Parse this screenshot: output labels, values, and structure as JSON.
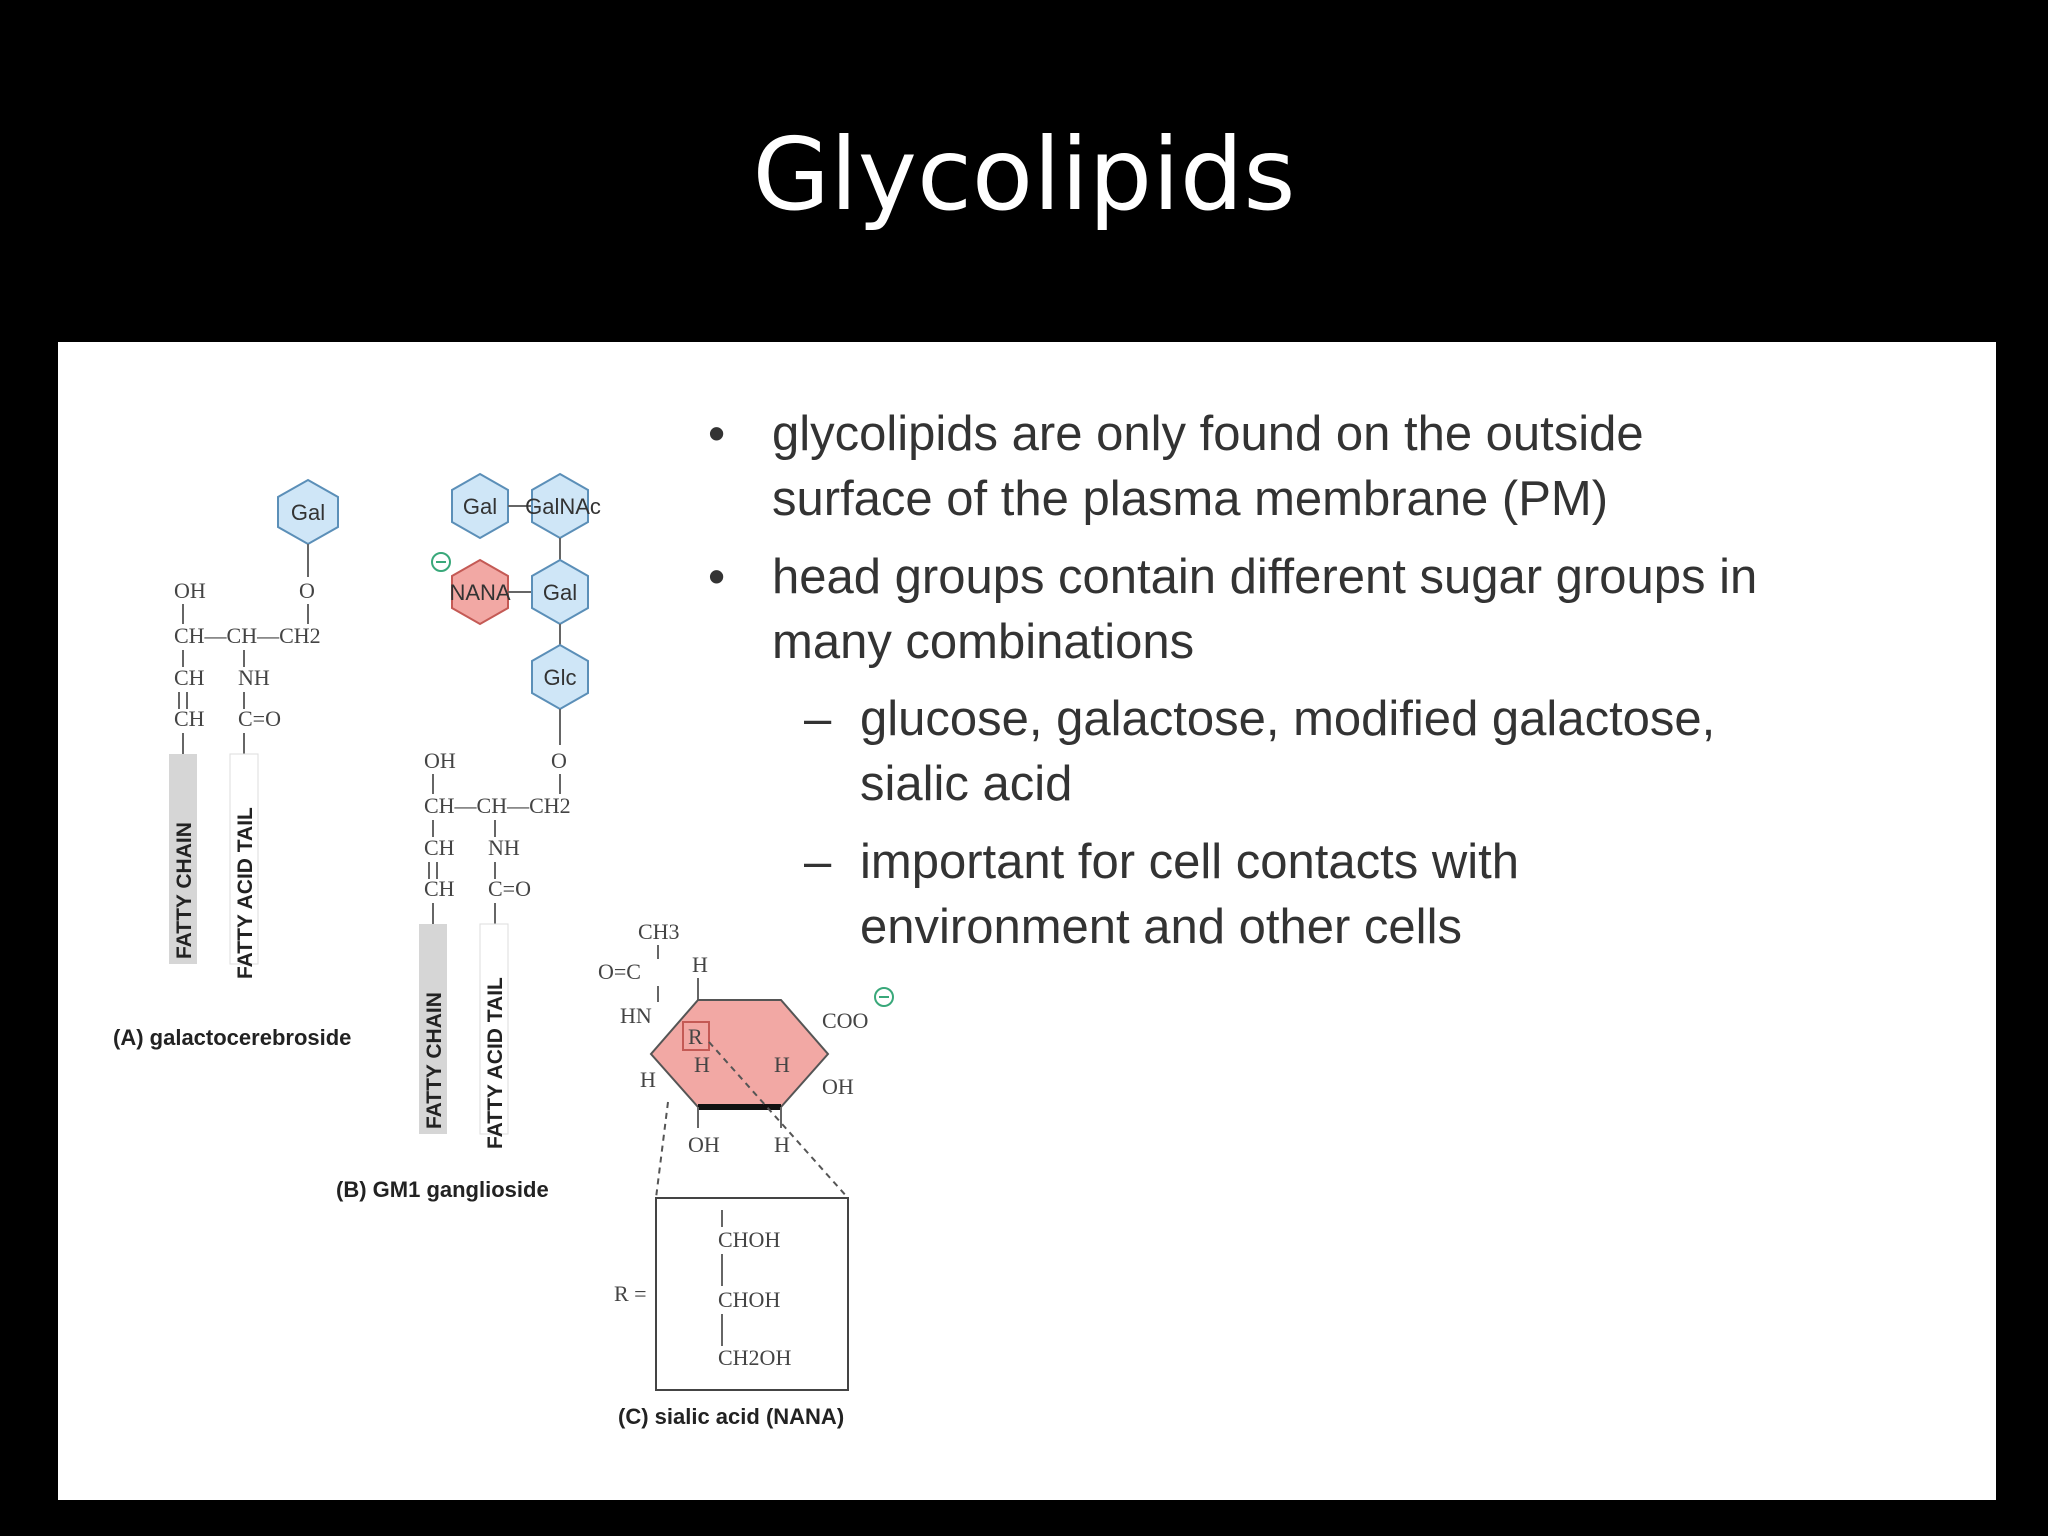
{
  "slide": {
    "title": "Glycolipids"
  },
  "bullets": [
    {
      "level": 1,
      "marker": "•",
      "lines": [
        "glycolipids are only found on the outside",
        "surface of the plasma membrane (PM)"
      ]
    },
    {
      "level": 1,
      "marker": "•",
      "lines": [
        "head groups contain different sugar groups in",
        "many combinations"
      ]
    },
    {
      "level": 2,
      "marker": "–",
      "lines": [
        "glucose, galactose, modified galactose,",
        "sialic acid"
      ]
    },
    {
      "level": 2,
      "marker": "–",
      "lines": [
        "important for cell contacts with",
        "environment and other cells"
      ]
    }
  ],
  "figure": {
    "panel_a": {
      "caption": "(A) galactocerebroside",
      "sugar": "Gal",
      "chem": {
        "oh": "OH",
        "row1": "CH—CH—CH2",
        "ch": "CH",
        "nh": "NH",
        "co": "C=O",
        "o": "O"
      },
      "tails": [
        "FATTY CHAIN",
        "FATTY ACID TAIL"
      ]
    },
    "panel_b": {
      "caption": "(B) GM1 ganglioside",
      "sugars": [
        "Gal",
        "GalNAc",
        "NANA",
        "Gal",
        "Glc"
      ],
      "chem": {
        "oh": "OH",
        "row1": "CH—CH—CH2",
        "ch": "CH",
        "nh": "NH",
        "co": "C=O",
        "o": "O"
      },
      "tails": [
        "FATTY CHAIN",
        "FATTY ACID TAIL"
      ]
    },
    "panel_c": {
      "caption": "(C) sialic acid (NANA)",
      "labels": {
        "ch3": "CH3",
        "oc": "O=C",
        "h_top": "H",
        "hn": "HN",
        "r_box": "R",
        "coo": "COO",
        "h_left": "H",
        "h_in1": "H",
        "h_in2": "H",
        "oh_right": "OH",
        "oh_bottom": "OH",
        "h_bottom": "H"
      },
      "r_def": {
        "label": "R =",
        "rows": [
          "CHOH",
          "CHOH",
          "CH2OH"
        ]
      }
    },
    "colors": {
      "sugar_blue": "#cfe6f7",
      "sugar_blue_stroke": "#5b8fb8",
      "nana_pink": "#f2a8a4",
      "nana_stroke": "#c45a55",
      "tail_gray": "#d6d6d6",
      "negative_green": "#39a87a"
    }
  }
}
